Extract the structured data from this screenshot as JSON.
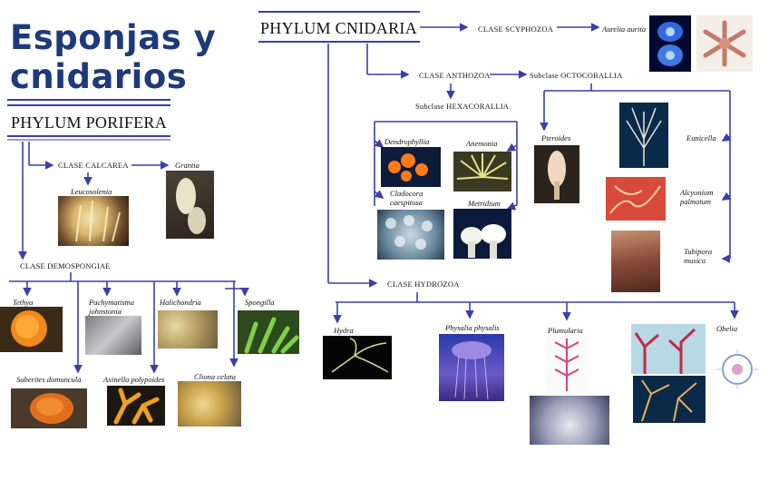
{
  "title": {
    "line1": "Esponjas y",
    "line2": "cnidarios"
  },
  "porifera": {
    "phylum": "PHYLUM PORIFERA",
    "calcarea": {
      "label": "CLASE CALCAREA",
      "species": [
        "Leucosolenia",
        "Grantia"
      ]
    },
    "demospongiae": {
      "label": "CLASE DEMOSPONGIAE",
      "species": [
        "Tethya",
        "Pachymatisma johnstonia",
        "Halichondria",
        "Spongilla",
        "Suberites domuncula",
        "Axinella polypoides",
        "Cliona celata"
      ]
    }
  },
  "cnidaria": {
    "phylum": "PHYLUM CNIDARIA",
    "scyphozoa": {
      "label": "CLASE SCYPHOZOA",
      "species": [
        "Aurelia aurita"
      ]
    },
    "anthozoa": {
      "label": "CLASE ANTHOZOA",
      "octocorallia": {
        "label": "Subclase OCTOCORALLIA",
        "species": [
          "Pteroides",
          "Eunicella",
          "Alcyonium palmatum",
          "Tubipora musica"
        ]
      },
      "hexacorallia": {
        "label": "Subclase HEXACORALLIA",
        "species": [
          "Dendrophyllia",
          "Anemonia",
          "Cladocora caespitosa",
          "Metridium"
        ]
      }
    },
    "hydrozoa": {
      "label": "CLASE HYDROZOA",
      "species": [
        "Hydra",
        "Physalia physalis",
        "Plumularia",
        "Obelia"
      ]
    }
  },
  "colors": {
    "title": "#1f3a7a",
    "lines": "#3b3fa8"
  }
}
